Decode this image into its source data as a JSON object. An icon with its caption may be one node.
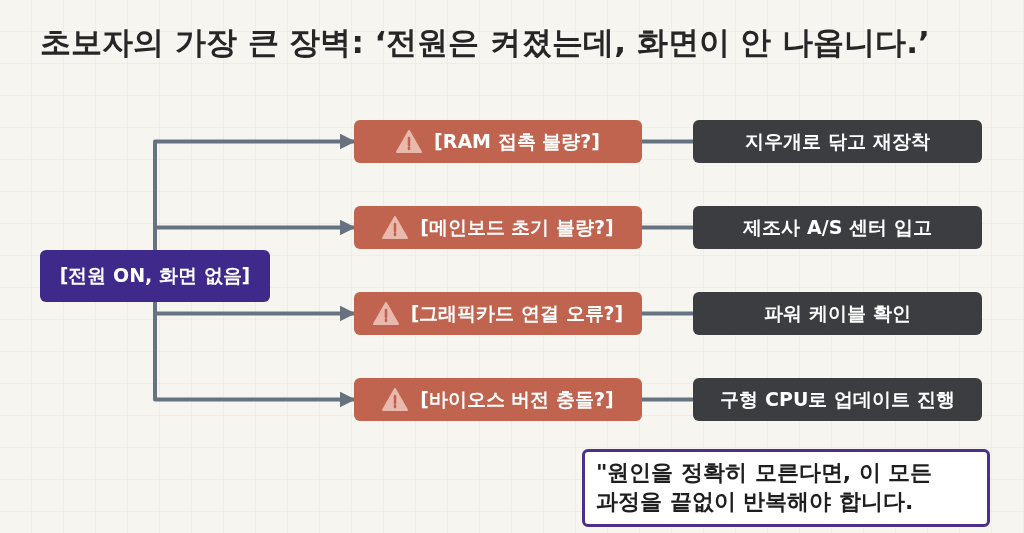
{
  "diagram": {
    "title": "초보자의 가장 큰 장벽: ‘전원은 켜졌는데, 화면이 안 나옵니다.’",
    "nodes": [
      {
        "text": [
          "[전원 ON, 화면 없음]"
        ]
      },
      {
        "text": [
          "[RAM 접촉 불량?]"
        ]
      },
      {
        "text": [
          "[메인보드 초기 불량?]"
        ]
      },
      {
        "text": [
          "[그래픽카드 연결 오류?]"
        ]
      },
      {
        "text": [
          "[바이오스 버전 충돌?]"
        ]
      },
      {
        "text": [
          "지우개로 닦고 재장착"
        ]
      },
      {
        "text": [
          "제조사 A/S 센터 입고"
        ]
      },
      {
        "text": [
          "파워 케이블 확인"
        ]
      },
      {
        "text": [
          "구형 CPU로 업데이트 진행"
        ]
      },
      {
        "text": [
          "\"원인을 정확히 모른다면, 이 모든 과정을 끝없이 반복해야 합니다."
        ]
      }
    ],
    "edges": [
      {
        "from": 0,
        "to": 1,
        "arrow": "to"
      },
      {
        "from": 0,
        "to": 2,
        "arrow": "to"
      },
      {
        "from": 0,
        "to": 3,
        "arrow": "to"
      },
      {
        "from": 0,
        "to": 4,
        "arrow": "to"
      },
      {
        "from": 1,
        "to": 5,
        "arrow": "none"
      },
      {
        "from": 2,
        "to": 6,
        "arrow": "none"
      },
      {
        "from": 3,
        "to": 7,
        "arrow": "none"
      },
      {
        "from": 4,
        "to": 8,
        "arrow": "none"
      }
    ]
  }
}
